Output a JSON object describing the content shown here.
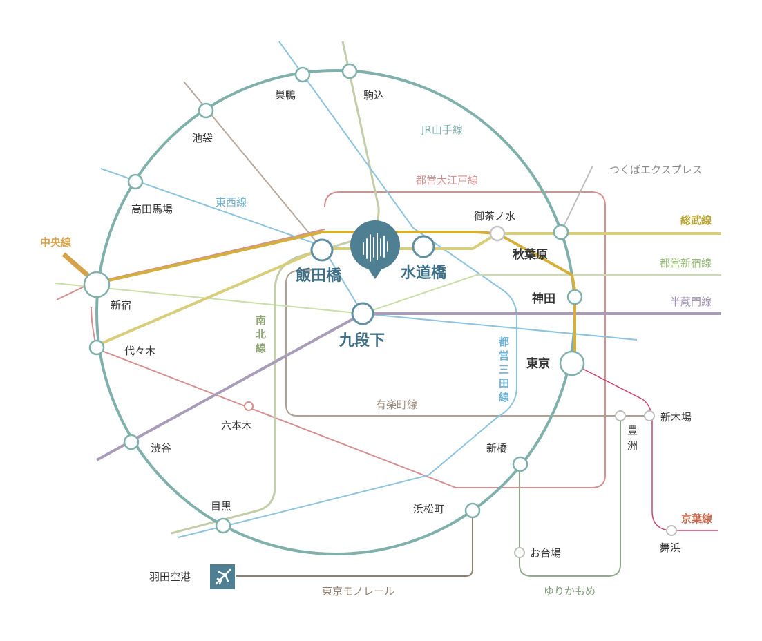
{
  "lines": {
    "yamanote": {
      "label": "JR山手線",
      "color": "#7fb0ac"
    },
    "oedo": {
      "label": "都営大江戸線",
      "color": "#d58f8f"
    },
    "tozai": {
      "label": "東西線",
      "color": "#8cc3de"
    },
    "chuo": {
      "label": "中央線",
      "color": "#d4a349"
    },
    "sobu": {
      "label": "総武線",
      "color": "#c6b64a"
    },
    "shinjuku": {
      "label": "都営新宿線",
      "color": "#a7cf8a"
    },
    "hanzomon": {
      "label": "半蔵門線",
      "color": "#9f8fb0"
    },
    "namboku": {
      "label": "南\n北\n線",
      "color": "#a6b88f"
    },
    "mita": {
      "label": "都\n営\n三\n田\n線",
      "color": "#8cc3de"
    },
    "yurakucho": {
      "label": "有楽町線",
      "color": "#b09f92"
    },
    "tx": {
      "label": "つくばエクスプレス",
      "color": "#b0b0b0"
    },
    "keiyo": {
      "label": "京葉線",
      "color": "#c0674a",
      "line_color": "#c9456a"
    },
    "monorail": {
      "label": "東京モノレール",
      "color": "#8f7f70"
    },
    "yurikamome": {
      "label": "ゆりかもめ",
      "color": "#8fa98a"
    }
  },
  "stations": {
    "sugamo": "巣鴨",
    "komagome": "駒込",
    "ikebukuro": "池袋",
    "takadanobaba": "高田馬場",
    "shinjuku": "新宿",
    "yoyogi": "代々木",
    "shibuya": "渋谷",
    "meguro": "目黒",
    "roppongi": "六本木",
    "ochanomizu": "御茶ノ水",
    "akihabara": "秋葉原",
    "kanda": "神田",
    "tokyo": "東京",
    "shinbashi": "新橋",
    "hamamatsucho": "浜松町",
    "shinkiba": "新木場",
    "toyosu": "豊\n洲",
    "maihama": "舞浜",
    "odaiba": "お台場",
    "haneda": "羽田空港"
  },
  "featured": {
    "iidabashi": "飯田橋",
    "suidobashi": "水道橋",
    "kudanshita": "九段下"
  },
  "icons": {
    "location_pin": "building-logo-pin-icon",
    "airport": "airplane-icon"
  }
}
